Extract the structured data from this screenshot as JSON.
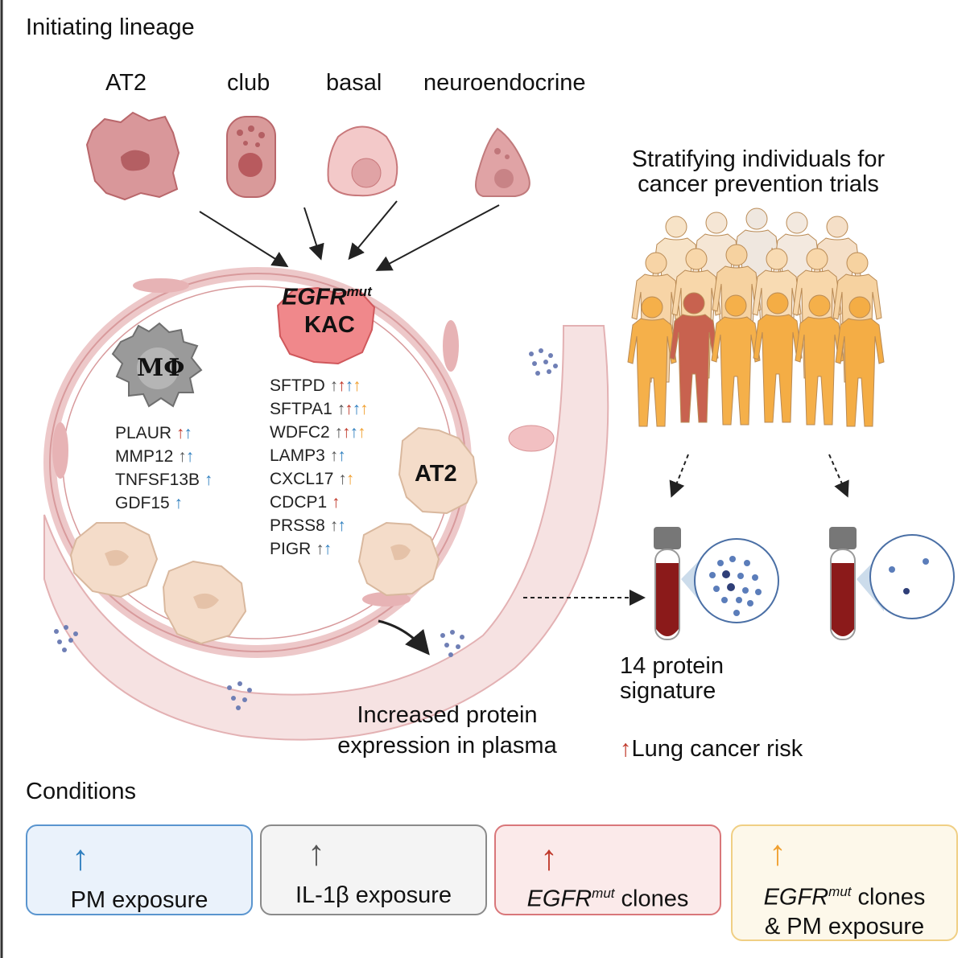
{
  "header": {
    "title": "Initiating lineage"
  },
  "lineages": [
    "AT2",
    "club",
    "basal",
    "neuroendocrine"
  ],
  "center": {
    "egfr": "EGFR",
    "mut": "mut",
    "kac": "KAC",
    "macrophage": "MΦ",
    "at2_cell": "AT2"
  },
  "macrophage_genes": [
    {
      "name": "PLAUR",
      "arrows": [
        "#c0392b",
        "#2f7fbf"
      ]
    },
    {
      "name": "MMP12",
      "arrows": [
        "#555555",
        "#2f7fbf"
      ]
    },
    {
      "name": "TNFSF13B",
      "arrows": [
        "#2f7fbf"
      ]
    },
    {
      "name": "GDF15",
      "arrows": [
        "#2f7fbf"
      ]
    }
  ],
  "kac_genes": [
    {
      "name": "SFTPD",
      "arrows": [
        "#555555",
        "#c0392b",
        "#2f7fbf",
        "#f0a030"
      ]
    },
    {
      "name": "SFTPA1",
      "arrows": [
        "#555555",
        "#c0392b",
        "#2f7fbf",
        "#f0a030"
      ]
    },
    {
      "name": "WDFC2",
      "arrows": [
        "#555555",
        "#c0392b",
        "#2f7fbf",
        "#f0a030"
      ]
    },
    {
      "name": "LAMP3",
      "arrows": [
        "#555555",
        "#2f7fbf"
      ]
    },
    {
      "name": "CXCL17",
      "arrows": [
        "#555555",
        "#f0a030"
      ]
    },
    {
      "name": "CDCP1",
      "arrows": [
        "#c0392b"
      ]
    },
    {
      "name": "PRSS8",
      "arrows": [
        "#555555",
        "#2f7fbf"
      ]
    },
    {
      "name": "PIGR",
      "arrows": [
        "#555555",
        "#2f7fbf"
      ]
    }
  ],
  "stratify": {
    "line1": "Stratifying individuals for",
    "line2": "cancer prevention trials"
  },
  "plasma": {
    "line1": "Increased protein",
    "line2": "expression in plasma"
  },
  "signature": {
    "line1": "14 protein",
    "line2": "signature"
  },
  "risk": {
    "arrow": "↑",
    "label": "Lung cancer risk"
  },
  "conditions": {
    "title": "Conditions",
    "items": [
      {
        "label": "PM exposure",
        "arrow_color": "#2f7fbf",
        "bg": "#eaf2fb",
        "border": "#5a95cf"
      },
      {
        "label": "IL-1β exposure",
        "arrow_color": "#555555",
        "bg": "#f4f4f4",
        "border": "#8a8a8a"
      },
      {
        "egfr": "EGFR",
        "mut": "mut",
        "label": " clones",
        "arrow_color": "#c0392b",
        "bg": "#fbeaea",
        "border": "#d9777a"
      },
      {
        "egfr": "EGFR",
        "mut": "mut",
        "label": " clones",
        "line2": "& PM exposure",
        "arrow_color": "#f0a030",
        "bg": "#fdf8ea",
        "border": "#f0cf84"
      }
    ]
  },
  "colors": {
    "accent_blue": "#2f7fbf",
    "accent_red": "#c0392b",
    "accent_orange": "#f0a030",
    "cell_pink": "#d98f8f",
    "vessel": "#f2d6d6",
    "blood": "#8b1a1a",
    "person_orange": "#f5b04a"
  },
  "icons": [
    "factory-icon",
    "macrophage-icon",
    "egfr-cell-icon",
    "blood-tube-icon",
    "people-crowd-icon"
  ]
}
